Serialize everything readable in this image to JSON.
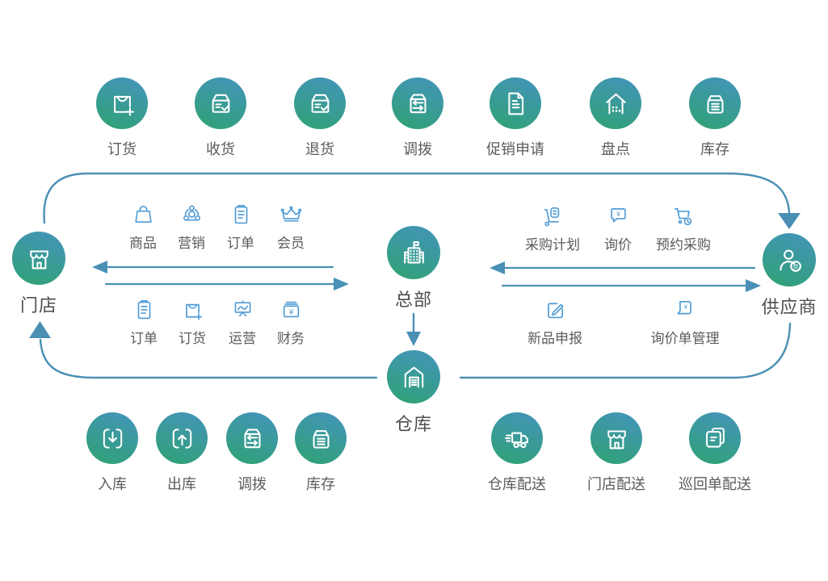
{
  "colors": {
    "circle_top": "#4494bc",
    "circle_bottom": "#2fa273",
    "flow_line": "#4a90b5",
    "mini_icon": "#4f9bd5",
    "label_text": "#5b5b5b",
    "hub_label_text": "#4e4e4e"
  },
  "top_row": [
    {
      "label": "订货",
      "icon": "order-bag-plus-icon"
    },
    {
      "label": "收货",
      "icon": "receive-box-icon"
    },
    {
      "label": "退货",
      "icon": "return-box-icon"
    },
    {
      "label": "调拨",
      "icon": "transfer-box-icon"
    },
    {
      "label": "促销申请",
      "icon": "promotion-doc-icon"
    },
    {
      "label": "盘点",
      "icon": "stocktake-house-icon"
    },
    {
      "label": "库存",
      "icon": "inventory-box-icon"
    }
  ],
  "hubs": {
    "store": {
      "label": "门店",
      "icon": "storefront-icon"
    },
    "headquarters": {
      "label": "总部",
      "icon": "hq-building-icon"
    },
    "supplier": {
      "label": "供应商",
      "icon": "supplier-person-icon"
    },
    "warehouse": {
      "label": "仓库",
      "icon": "warehouse-icon"
    }
  },
  "store_hq_exchange": {
    "top_items": [
      {
        "label": "商品",
        "icon": "goods-bag-icon"
      },
      {
        "label": "营销",
        "icon": "marketing-group-icon"
      },
      {
        "label": "订单",
        "icon": "order-list-icon"
      },
      {
        "label": "会员",
        "icon": "member-crown-icon"
      }
    ],
    "bottom_items": [
      {
        "label": "订单",
        "icon": "order-list-icon"
      },
      {
        "label": "订货",
        "icon": "order-bag-plus-icon"
      },
      {
        "label": "运营",
        "icon": "operations-board-icon"
      },
      {
        "label": "财务",
        "icon": "finance-cash-icon"
      }
    ]
  },
  "hq_supplier_exchange": {
    "top_items": [
      {
        "label": "采购计划",
        "icon": "purchase-plan-icon"
      },
      {
        "label": "询价",
        "icon": "inquiry-bubble-icon"
      },
      {
        "label": "预约采购",
        "icon": "reserve-purchase-icon"
      }
    ],
    "bottom_items": [
      {
        "label": "新品申报",
        "icon": "new-product-edit-icon"
      },
      {
        "label": "询价单管理",
        "icon": "inquiry-doc-icon"
      }
    ]
  },
  "bottom_left_row": [
    {
      "label": "入库",
      "icon": "inbound-arrow-icon"
    },
    {
      "label": "出库",
      "icon": "outbound-arrow-icon"
    },
    {
      "label": "调拨",
      "icon": "transfer-box-icon"
    },
    {
      "label": "库存",
      "icon": "inventory-box-icon"
    }
  ],
  "bottom_right_row": [
    {
      "label": "仓库配送",
      "icon": "delivery-truck-icon"
    },
    {
      "label": "门店配送",
      "icon": "store-delivery-icon"
    },
    {
      "label": "巡回单配送",
      "icon": "stacked-docs-icon"
    }
  ]
}
